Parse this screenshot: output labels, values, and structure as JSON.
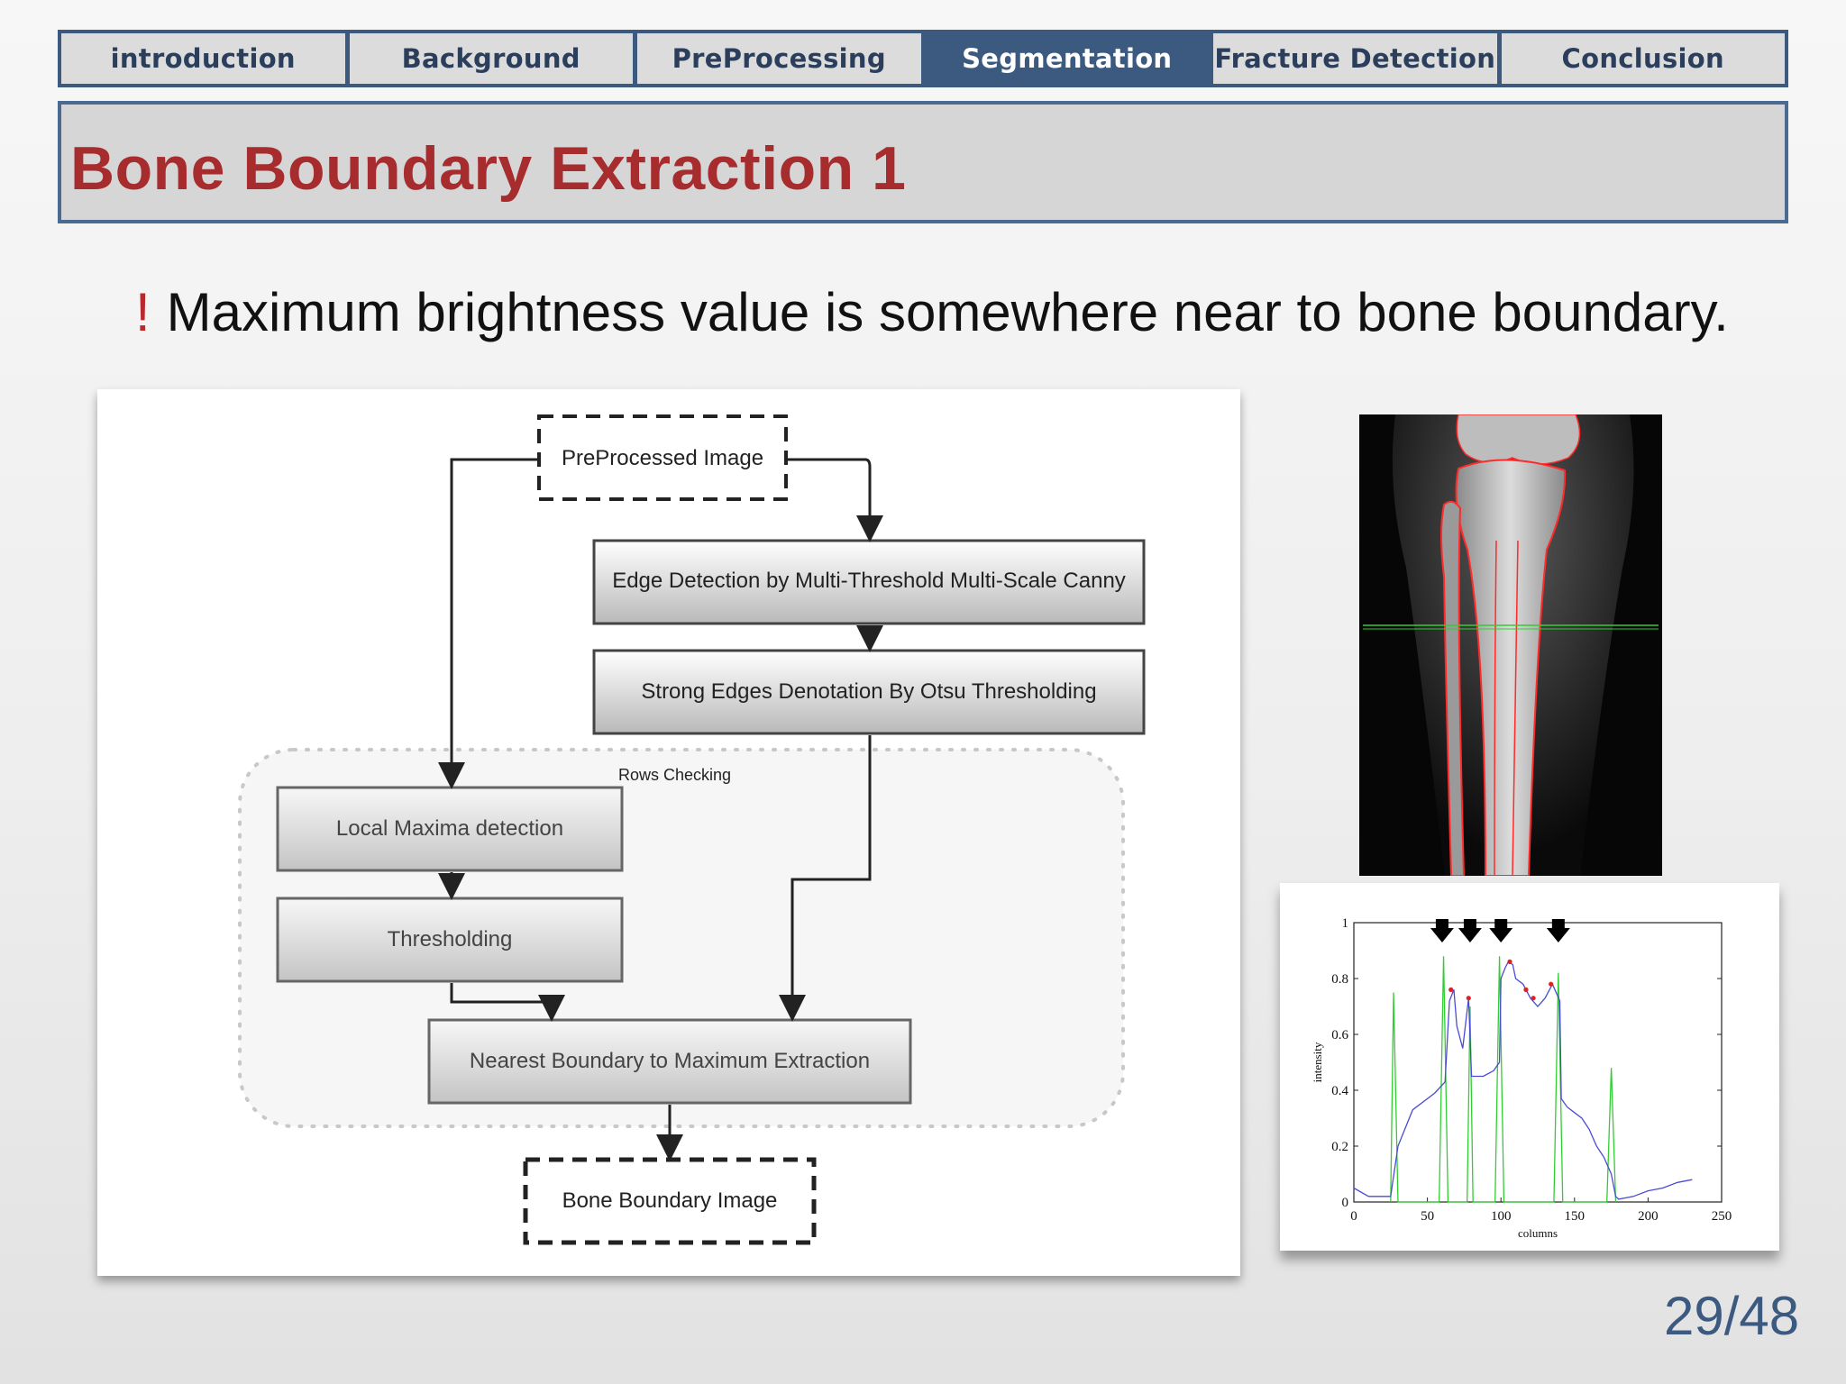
{
  "nav": {
    "tabs": [
      {
        "label": "introduction",
        "active": false
      },
      {
        "label": "Background",
        "active": false
      },
      {
        "label": "PreProcessing",
        "active": false
      },
      {
        "label": "Segmentation",
        "active": true
      },
      {
        "label": "Fracture Detection",
        "active": false
      },
      {
        "label": "Conclusion",
        "active": false
      }
    ]
  },
  "slide": {
    "title": "Bone Boundary Extraction 1",
    "bullet_mark": "!",
    "bullet_text": "Maximum brightness value is somewhere near to bone boundary."
  },
  "flowchart": {
    "input": "PreProcessed Image",
    "edge_detection": "Edge Detection by Multi-Threshold Multi-Scale Canny",
    "strong_edges": "Strong Edges Denotation By Otsu Thresholding",
    "group_label": "Rows Checking",
    "local_maxima": "Local Maxima detection",
    "thresholding": "Thresholding",
    "nearest_boundary": "Nearest Boundary to Maximum Extraction",
    "output": "Bone Boundary Image"
  },
  "chart_data": {
    "type": "line",
    "title": "",
    "xlabel": "columns",
    "ylabel": "intensity",
    "xlim": [
      0,
      250
    ],
    "ylim": [
      0,
      1
    ],
    "x_ticks": [
      "0",
      "50",
      "100",
      "150",
      "200",
      "250"
    ],
    "y_ticks": [
      "0",
      "0.2",
      "0.4",
      "0.6",
      "0.8",
      "1"
    ],
    "series": [
      {
        "color": "#4b4bd6",
        "x": [
          0,
          10,
          25,
          30,
          40,
          55,
          62,
          65,
          68,
          70,
          74,
          78,
          80,
          88,
          95,
          99,
          100,
          103,
          105,
          108,
          110,
          115,
          120,
          125,
          130,
          135,
          140,
          141,
          145,
          150,
          155,
          160,
          165,
          170,
          175,
          178,
          180,
          190,
          200,
          210,
          220,
          230
        ],
        "y": [
          0.05,
          0.02,
          0.02,
          0.2,
          0.33,
          0.39,
          0.43,
          0.72,
          0.76,
          0.63,
          0.55,
          0.73,
          0.45,
          0.45,
          0.47,
          0.5,
          0.8,
          0.84,
          0.86,
          0.85,
          0.8,
          0.78,
          0.73,
          0.7,
          0.73,
          0.78,
          0.72,
          0.37,
          0.34,
          0.32,
          0.3,
          0.26,
          0.2,
          0.16,
          0.1,
          0.02,
          0.01,
          0.02,
          0.04,
          0.05,
          0.07,
          0.08
        ]
      },
      {
        "color": "#33cc33",
        "x": [
          25,
          27,
          30,
          58,
          61,
          64,
          77,
          79,
          81,
          96,
          99,
          102,
          136,
          139,
          142,
          172,
          175,
          178
        ],
        "y": [
          0,
          0.75,
          0,
          0,
          0.88,
          0,
          0,
          0.7,
          0,
          0,
          0.88,
          0,
          0,
          0.82,
          0,
          0,
          0.48,
          0
        ]
      }
    ],
    "maxima_markers": [
      {
        "x": 66,
        "y": 0.76
      },
      {
        "x": 78,
        "y": 0.73
      },
      {
        "x": 106,
        "y": 0.86
      },
      {
        "x": 117,
        "y": 0.76
      },
      {
        "x": 122,
        "y": 0.73
      },
      {
        "x": 134,
        "y": 0.78
      }
    ],
    "arrows_at_x": [
      60,
      79,
      100,
      139
    ]
  },
  "page": {
    "current": "29",
    "separator": "/",
    "total": "48"
  },
  "colors": {
    "nav_bg": "#3c5a80",
    "title_red": "#a62c2e",
    "bullet_red": "#b8282c",
    "plot_green": "#33cc33",
    "plot_blue": "#4b4bd6",
    "bone_outline": "#ff2020",
    "scanline": "#33cc33"
  }
}
